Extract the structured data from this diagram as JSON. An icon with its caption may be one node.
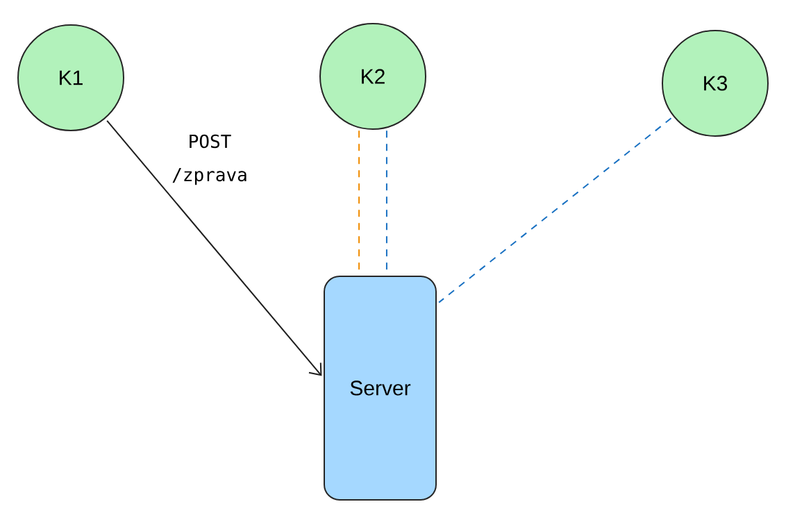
{
  "diagram": {
    "nodes": [
      {
        "text": [
          "K1"
        ]
      },
      {
        "text": [
          "K2"
        ]
      },
      {
        "text": [
          "K3"
        ]
      },
      {
        "text": [
          "Server"
        ]
      }
    ],
    "edges": [
      {
        "from": 0,
        "to": 3,
        "arrow": "to",
        "label": "POST /zprava",
        "color": "#1e1e1e"
      },
      {
        "from": 1,
        "to": 3,
        "arrow": "none",
        "style": "dashed",
        "color": "#f08c00"
      },
      {
        "from": 1,
        "to": 3,
        "arrow": "none",
        "style": "dashed",
        "color": "#1971c2"
      },
      {
        "from": 2,
        "to": 3,
        "arrow": "none",
        "style": "dashed",
        "color": "#1971c2"
      }
    ]
  }
}
